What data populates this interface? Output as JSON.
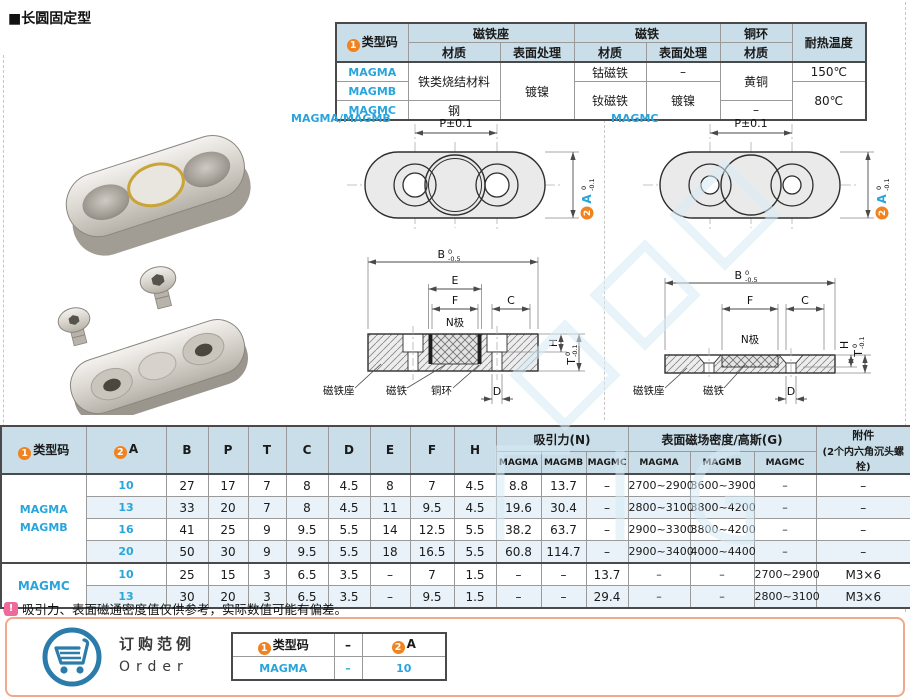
{
  "badges": {
    "one": "1",
    "two": "2"
  },
  "title": "■长圆固定型",
  "spec_table": {
    "type_code": "类型码",
    "holder": "磁铁座",
    "magnet": "磁铁",
    "ring": "铜环",
    "heat": "耐热温度",
    "material": "材质",
    "material2": "材质",
    "material3": "材质",
    "surface": "表面处理",
    "surface2": "表面处理",
    "codes": [
      "MAGMA",
      "MAGMB",
      "MAGMC"
    ],
    "holder_material_ab": "铁类烧结材料",
    "holder_material_c": "钢",
    "holder_surface": "镀镍",
    "magnet_material_a": "钴磁铁",
    "magnet_material_bc": "钕磁铁",
    "magnet_surface_a": "–",
    "magnet_surface_bc": "镀镍",
    "ring_ab": "黄铜",
    "ring_c": "–",
    "heat_a": "150℃",
    "heat_bc": "80℃"
  },
  "diagrams": {
    "left_label": "MAGMA/MAGMB",
    "right_label": "MAGMC",
    "dims": {
      "p": "P±0.1",
      "a": "A",
      "b": "B",
      "e": "E",
      "f": "F",
      "c": "C",
      "h": "H",
      "t": "T",
      "d": "D",
      "n_pole": "N极",
      "tol_zero": "0",
      "tol_m01": "-0.1",
      "tol_m05": "-0.5"
    },
    "parts": {
      "holder": "磁铁座",
      "magnet": "磁铁",
      "ring": "铜环"
    }
  },
  "data_table": {
    "type_code": "类型码",
    "a_label": "A",
    "dim_headers": [
      "B",
      "P",
      "T",
      "C",
      "D",
      "E",
      "F",
      "H"
    ],
    "pull_header": "吸引力(N)",
    "gauss_header": "表面磁场密度/高斯(G)",
    "sub_headers": [
      "MAGMA",
      "MAGMB",
      "MAGMC"
    ],
    "accessory_header_1": "附件",
    "accessory_header_2": "(2个内六角沉头螺栓)",
    "group_ab": [
      "MAGMA",
      "MAGMB"
    ],
    "group_c": "MAGMC",
    "rows": [
      {
        "a": "10",
        "b": "27",
        "p": "17",
        "t": "7",
        "c": "8",
        "d": "4.5",
        "e": "8",
        "f": "7",
        "h": "4.5",
        "na": "8.8",
        "nb": "13.7",
        "nc": "–",
        "ga": "2700~2900",
        "gb": "3600~3900",
        "gc": "–",
        "acc": "–"
      },
      {
        "a": "13",
        "b": "33",
        "p": "20",
        "t": "7",
        "c": "8",
        "d": "4.5",
        "e": "11",
        "f": "9.5",
        "h": "4.5",
        "na": "19.6",
        "nb": "30.4",
        "nc": "–",
        "ga": "2800~3100",
        "gb": "3800~4200",
        "gc": "–",
        "acc": "–"
      },
      {
        "a": "16",
        "b": "41",
        "p": "25",
        "t": "9",
        "c": "9.5",
        "d": "5.5",
        "e": "14",
        "f": "12.5",
        "h": "5.5",
        "na": "38.2",
        "nb": "63.7",
        "nc": "–",
        "ga": "2900~3300",
        "gb": "3800~4200",
        "gc": "–",
        "acc": "–"
      },
      {
        "a": "20",
        "b": "50",
        "p": "30",
        "t": "9",
        "c": "9.5",
        "d": "5.5",
        "e": "18",
        "f": "16.5",
        "h": "5.5",
        "na": "60.8",
        "nb": "114.7",
        "nc": "–",
        "ga": "2900~3400",
        "gb": "4000~4400",
        "gc": "–",
        "acc": "–"
      },
      {
        "a": "10",
        "b": "25",
        "p": "15",
        "t": "3",
        "c": "6.5",
        "d": "3.5",
        "e": "–",
        "f": "7",
        "h": "1.5",
        "na": "–",
        "nb": "–",
        "nc": "13.7",
        "ga": "–",
        "gb": "–",
        "gc": "2700~2900",
        "acc": "M3×6"
      },
      {
        "a": "13",
        "b": "30",
        "p": "20",
        "t": "3",
        "c": "6.5",
        "d": "3.5",
        "e": "–",
        "f": "9.5",
        "h": "1.5",
        "na": "–",
        "nb": "–",
        "nc": "29.4",
        "ga": "–",
        "gb": "–",
        "gc": "2800~3100",
        "acc": "M3×6"
      }
    ]
  },
  "note": {
    "icon": "!",
    "text": "吸引力、表面磁通密度值仅供参考，实际数值可能有偏差。"
  },
  "order": {
    "cn": "订购范例",
    "en": "Order",
    "type_code": "类型码",
    "dash": "–",
    "a_label": "A",
    "example_code": "MAGMA",
    "example_dash": "–",
    "example_a": "10"
  },
  "colors": {
    "accent_cyan": "#29a5dc",
    "badge_orange": "#f08320",
    "header_blue": "#c9dee9",
    "row_alt": "#e8f2f8",
    "note_pink": "#ef6a9a",
    "order_border": "#f2a88a",
    "cart_blue": "#2b7cab"
  }
}
